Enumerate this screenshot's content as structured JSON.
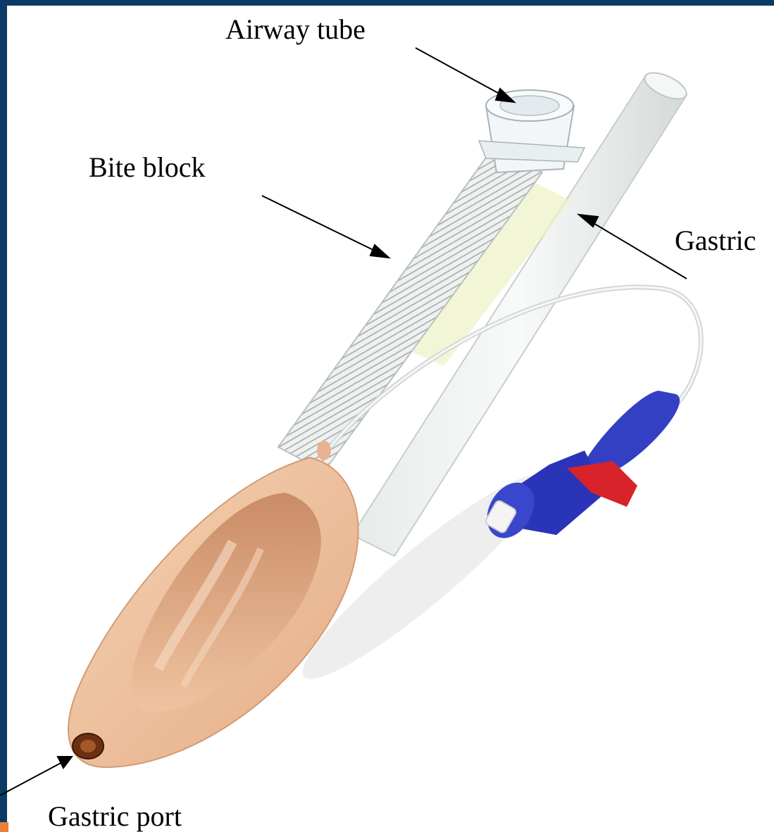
{
  "labels": {
    "airway_tube": "Airway tube",
    "bite_block": "Bite block",
    "gastric": "Gastric",
    "gastric_port": "Gastric port"
  },
  "colors": {
    "frame": "#0b3a66",
    "accent": "#e8813a",
    "cuff": "#f0c29e",
    "valve_blue": "#2a34b8",
    "valve_red": "#d8232a"
  }
}
